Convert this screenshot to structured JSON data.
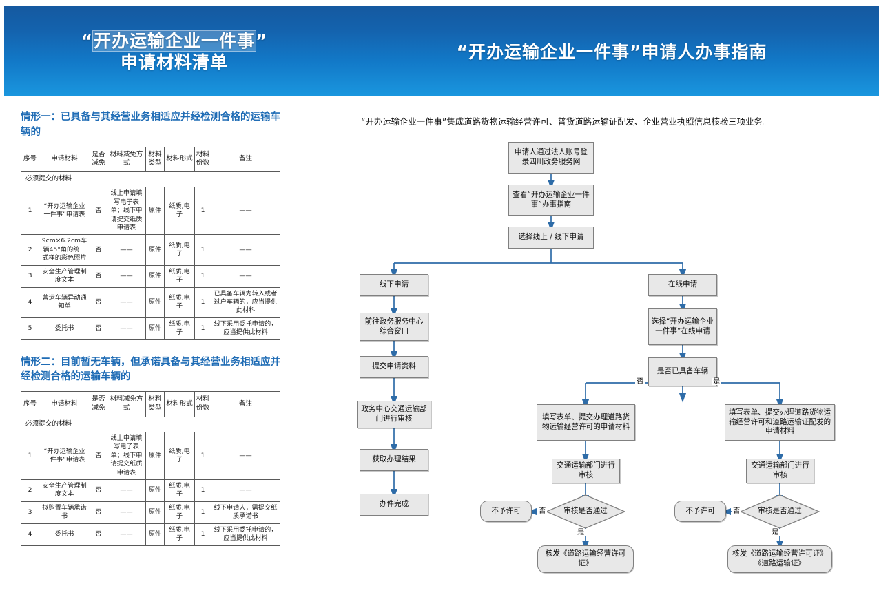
{
  "banner": {
    "left_line1_quote_open": "“",
    "left_line1_highlight": "开办运输企业一件事",
    "left_line1_quote_close": "”",
    "left_line2": "申请材料清单",
    "right_title": "“开办运输企业一件事”申请人办事指南"
  },
  "left": {
    "section1": {
      "title": "情形一：已具备与其经营业务相适应并经检测合格的运输车辆的",
      "columns": [
        "序号",
        "申请材料",
        "是否减免",
        "材料减免方式",
        "材料类型",
        "材料形式",
        "材料份数",
        "备注"
      ],
      "subheader": "必须提交的材料",
      "rows": [
        {
          "no": "1",
          "material": "“开办运输企业一件事”申请表",
          "jianmian": "否",
          "way": "线上申请填写电子表单；线下申请提交纸质申请表",
          "type": "原件",
          "form": "纸质,电子",
          "count": "1",
          "remark": "——"
        },
        {
          "no": "2",
          "material": "9cm×6.2cm车辆45°角的统一式样的彩色照片",
          "jianmian": "否",
          "way": "——",
          "type": "原件",
          "form": "纸质,电子",
          "count": "1",
          "remark": "——"
        },
        {
          "no": "3",
          "material": "安全生产管理制度文本",
          "jianmian": "否",
          "way": "——",
          "type": "原件",
          "form": "纸质,电子",
          "count": "1",
          "remark": "——"
        },
        {
          "no": "4",
          "material": "营运车辆异动通知单",
          "jianmian": "否",
          "way": "——",
          "type": "原件",
          "form": "纸质,电子",
          "count": "1",
          "remark": "已具备车辆为转入或者过户车辆的，应当提供此材料"
        },
        {
          "no": "5",
          "material": "委托书",
          "jianmian": "否",
          "way": "——",
          "type": "原件",
          "form": "纸质,电子",
          "count": "1",
          "remark": "线下采用委托申请的，应当提供此材料"
        }
      ]
    },
    "section2": {
      "title": "情形二：目前暂无车辆，但承诺具备与其经营业务相适应并经检测合格的运输车辆的",
      "columns": [
        "序号",
        "申请材料",
        "是否减免",
        "材料减免方式",
        "材料类型",
        "材料形式",
        "材料份数",
        "备注"
      ],
      "subheader": "必须提交的材料",
      "rows": [
        {
          "no": "1",
          "material": "“开办运输企业一件事”申请表",
          "jianmian": "否",
          "way": "线上申请填写电子表单；线下申请提交纸质申请表",
          "type": "原件",
          "form": "纸质,电子",
          "count": "1",
          "remark": "——"
        },
        {
          "no": "2",
          "material": "安全生产管理制度文本",
          "jianmian": "否",
          "way": "——",
          "type": "原件",
          "form": "纸质,电子",
          "count": "1",
          "remark": "——"
        },
        {
          "no": "3",
          "material": "拟购置车辆承诺书",
          "jianmian": "否",
          "way": "——",
          "type": "原件",
          "form": "纸质,电子",
          "count": "1",
          "remark": "线下申请人，需提交纸质承诺书"
        },
        {
          "no": "4",
          "material": "委托书",
          "jianmian": "否",
          "way": "——",
          "type": "原件",
          "form": "纸质,电子",
          "count": "1",
          "remark": "线下采用委托申请的，应当提供此材料"
        }
      ]
    }
  },
  "right": {
    "intro": "“开办运输企业一件事”集成道路货物运输经营许可、普货道路运输证配发、企业营业执照信息核验三项业务。",
    "nodes": {
      "start": "申请人通过法人账号登录四川政务服务网",
      "guide": "查看“开办运输企业一件事”办事指南",
      "choose": "选择线上 / 线下申请",
      "offline": "线下申请",
      "offline_1": "前往政务服务中心综合窗口",
      "offline_2": "提交申请资料",
      "offline_3": "政务中心交通运输部门进行审核",
      "offline_4": "获取办理结果",
      "offline_5": "办件完成",
      "online": "在线申请",
      "online_1": "选择“开办运输企业一件事”在线申请",
      "decide_vehicle": "是否已具备车辆",
      "branch_no_form": "填写表单、提交办理道路货物运输经营许可的申请材料",
      "branch_yes_form": "填写表单、提交办理道路货物运输经营许可和道路运输证配发的申请材料",
      "review_left": "交通运输部门进行审核",
      "review_right": "交通运输部门进行审核",
      "diamond_left": "审核是否通过",
      "diamond_right": "审核是否通过",
      "reject_left": "不予许可",
      "reject_right": "不予许可",
      "issue_left": "核发《道路运输经营许可证》",
      "issue_right": "核发《道路运输经营许可证》《道路运输证》"
    },
    "edge_labels": {
      "vehicle_no": "否",
      "vehicle_yes": "是",
      "left_no": "否",
      "left_yes": "是",
      "right_no": "否",
      "right_yes": "是"
    }
  },
  "colors": {
    "banner_top": "#1559a0",
    "banner_bottom": "#1a96de",
    "section_title": "#1f6cb5",
    "node_fill": "#e8e8e8",
    "node_border": "#808080",
    "wire": "#2e6ca8"
  }
}
